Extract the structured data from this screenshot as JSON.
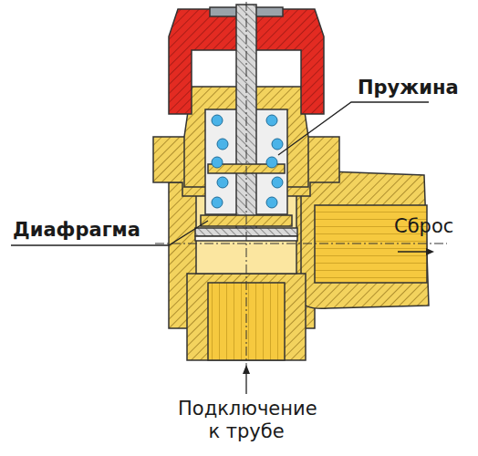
{
  "diagram": {
    "labels": [
      "Пружина",
      "Диафрагма",
      "Сброс",
      "Подключение к трубе"
    ]
  }
}
